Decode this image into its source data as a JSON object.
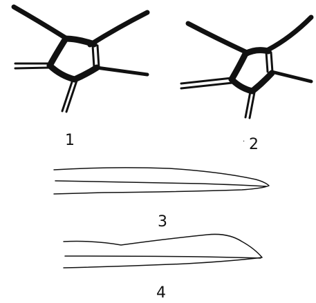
{
  "figures": [
    {
      "id": "1",
      "label": "1",
      "kind": "cell-junction"
    },
    {
      "id": "2",
      "label": "2",
      "kind": "cell-junction"
    },
    {
      "id": "3",
      "label": "3",
      "kind": "tapered-outline"
    },
    {
      "id": "4",
      "label": "4",
      "kind": "tapered-outline"
    }
  ],
  "colors": {
    "ink": "#111111",
    "paper": "#ffffff"
  }
}
